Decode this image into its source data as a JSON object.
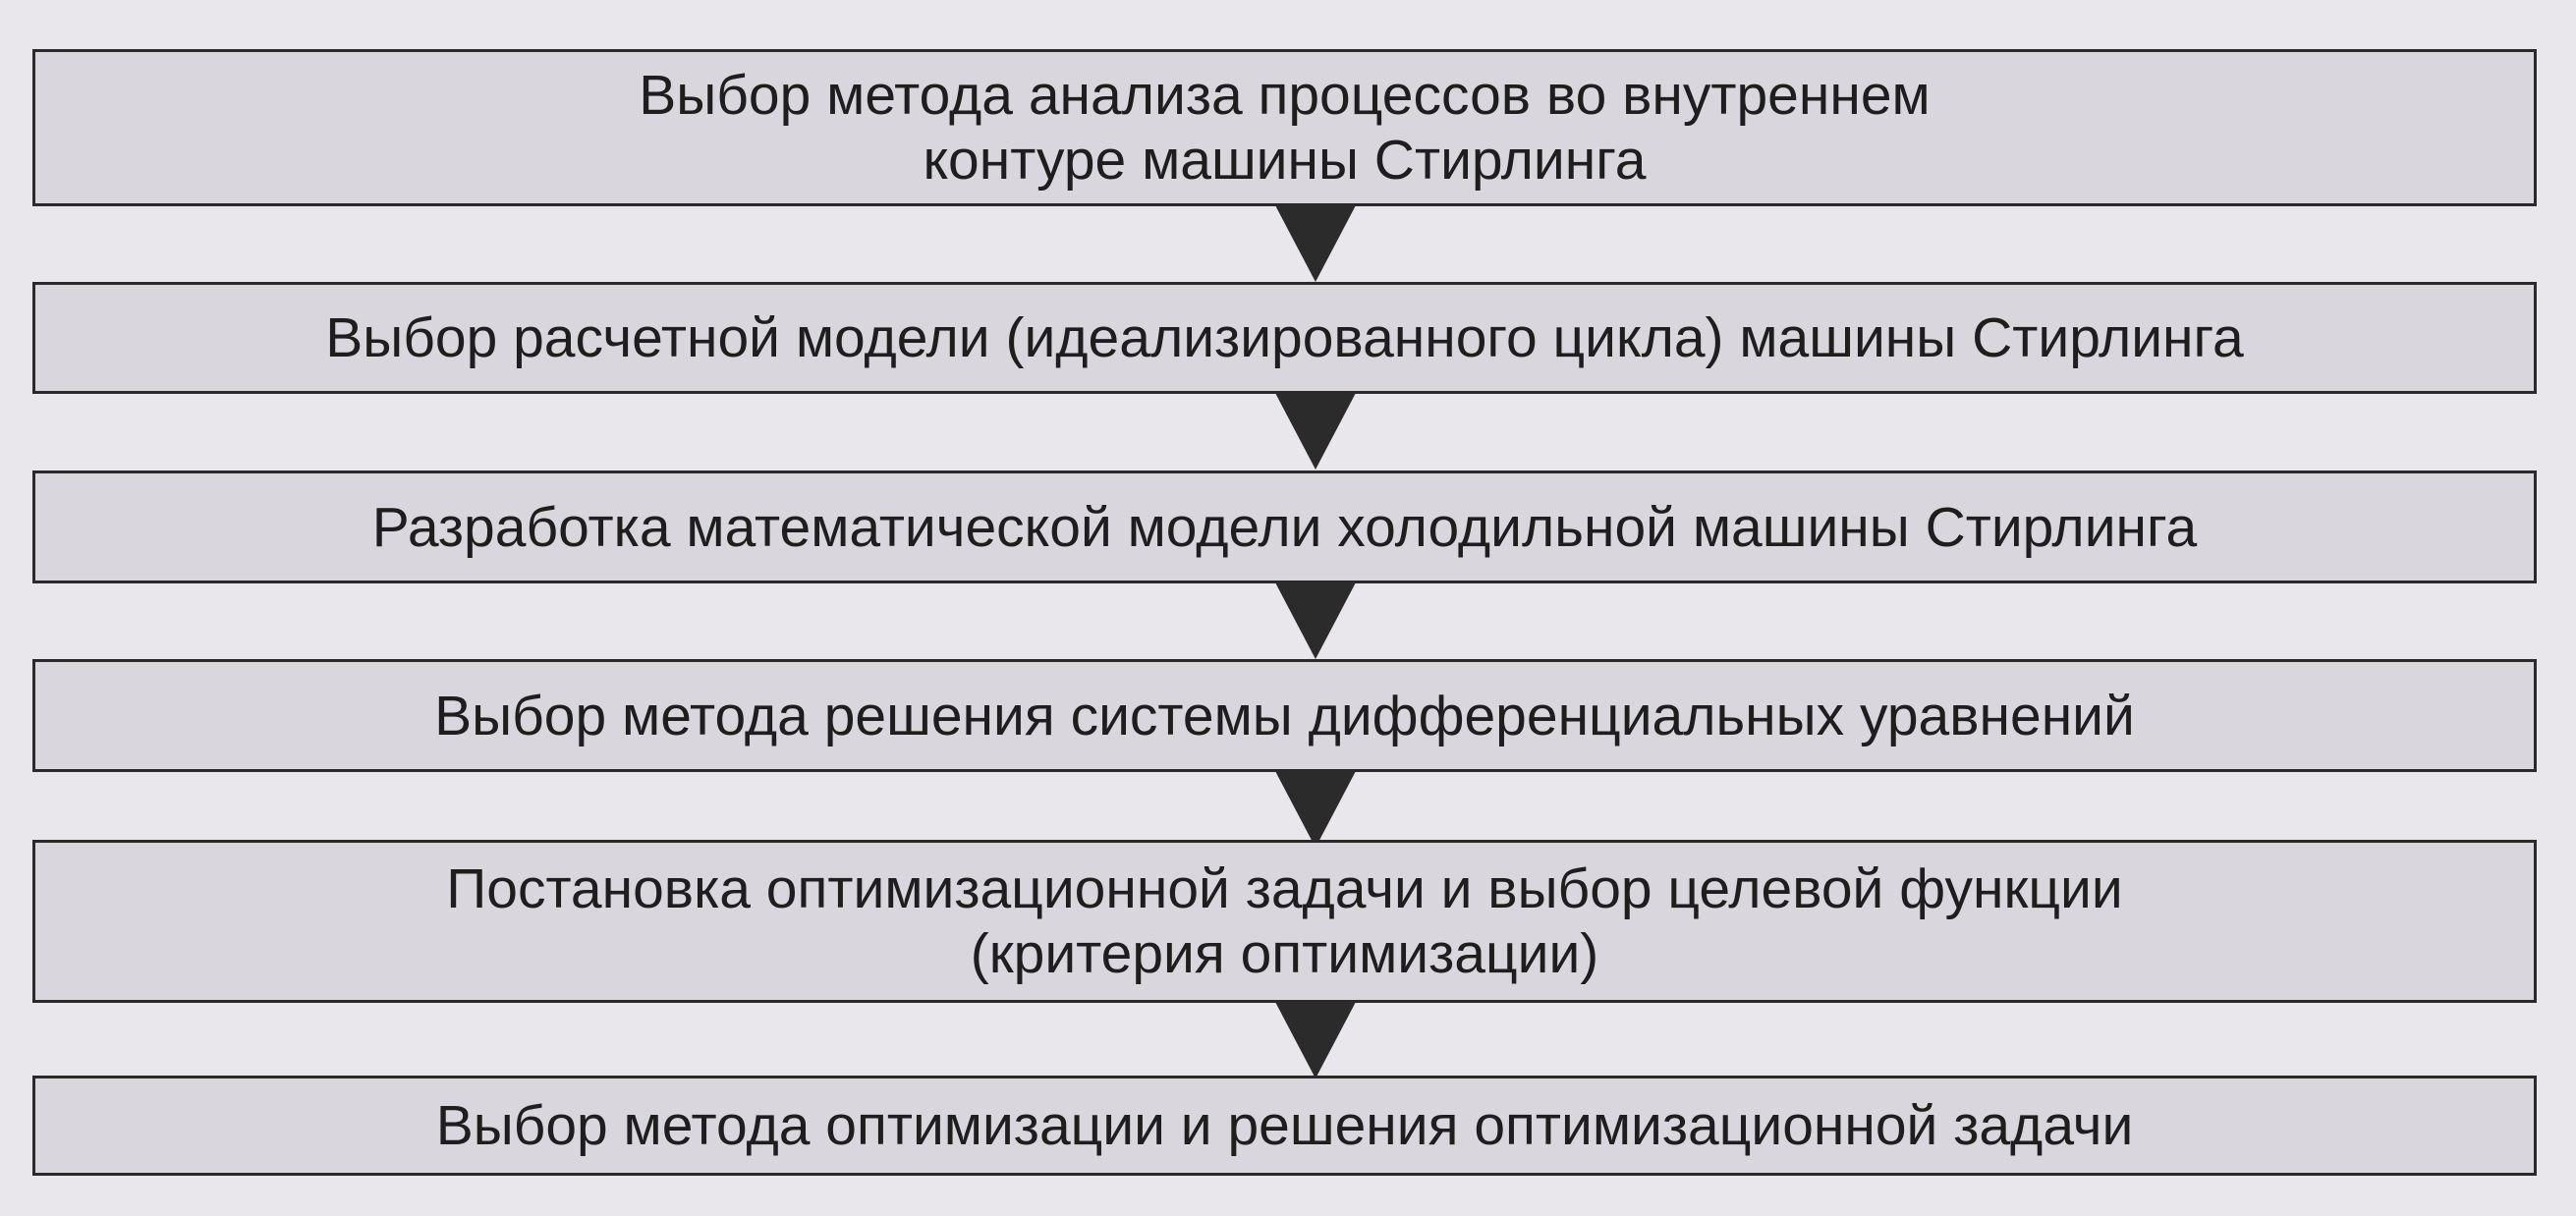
{
  "steps": [
    {
      "label": "Выбор  метода анализа  процессов во внутреннем\nконтуре машины Стирлинга"
    },
    {
      "label": "Выбор расчетной  модели (идеализированного цикла) машины Стирлинга"
    },
    {
      "label": "Разработка  математической модели  холодильной машины Стирлинга"
    },
    {
      "label": "Выбор метода  решения  системы дифференциальных  уравнений"
    },
    {
      "label": "Постановка оптимизационной задачи и выбор целевой функции\n(критерия оптимизации)"
    },
    {
      "label": "Выбор метода  оптимизации и  решения оптимизационной  задачи"
    }
  ]
}
